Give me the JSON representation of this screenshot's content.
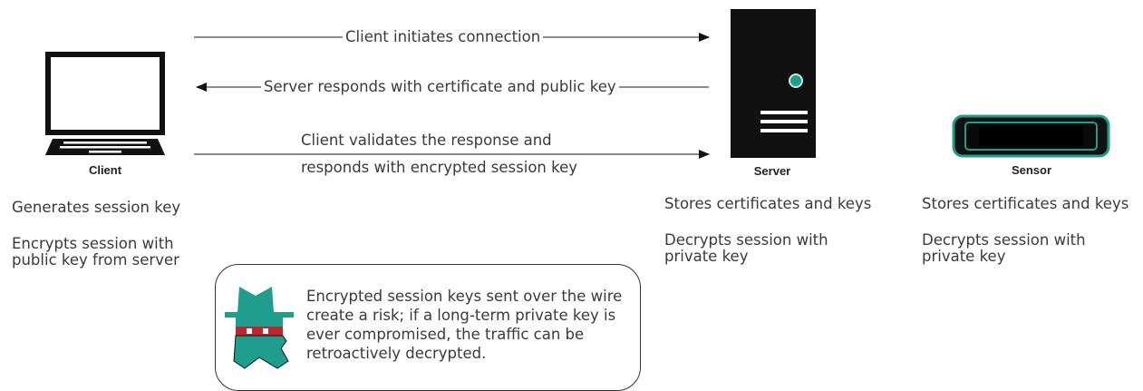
{
  "nodes": {
    "client": {
      "label": "Client",
      "descriptions": [
        "Generates session key",
        "Encrypts session with public key from server"
      ]
    },
    "server": {
      "label": "Server",
      "descriptions": [
        "Stores certificates and keys",
        "Decrypts session with private key"
      ]
    },
    "sensor": {
      "label": "Sensor",
      "descriptions": [
        "Stores certificates and keys",
        "Decrypts session with private key"
      ]
    }
  },
  "flows": [
    {
      "text": "Client initiates connection",
      "direction": "to-server"
    },
    {
      "text": "Server responds with certificate and public key",
      "direction": "to-client"
    },
    {
      "lines": [
        "Client validates the response and",
        "responds with encrypted session key"
      ],
      "direction": "to-server"
    }
  ],
  "callout": {
    "icon": "spy-icon",
    "text": "Encrypted session keys sent over the wire create a risk; if a long-term private key is ever compromised, the traffic can be retroactively decrypted."
  },
  "colors": {
    "accent": "#1f9e8e",
    "dark": "#111111",
    "spy_red": "#c0252b"
  }
}
